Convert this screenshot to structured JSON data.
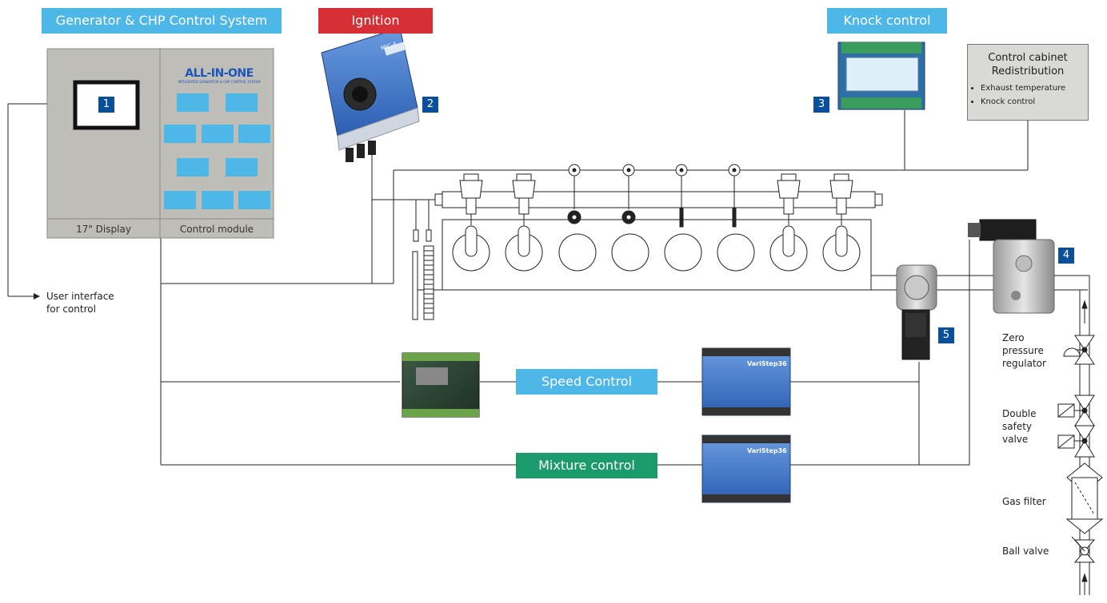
{
  "headers": {
    "control_system": "Generator & CHP Control System",
    "ignition": "Ignition",
    "knock_control": "Knock control"
  },
  "badges": [
    "1",
    "2",
    "3",
    "4",
    "5"
  ],
  "panel": {
    "logo": "ALL-IN-ONE",
    "logo_sub": "INTEGRATED GENERATOR & CHP CONTROL SYSTEM",
    "display_label": "17\" Display",
    "module_label": "Control module"
  },
  "user_interface": {
    "line1": "User interface",
    "line2": "for control"
  },
  "cabinet": {
    "title1": "Control cabinet",
    "title2": "Redistribution",
    "items": [
      "Exhaust temperature",
      "Knock control"
    ]
  },
  "control_pills": {
    "speed": "Speed Control",
    "mixture": "Mixture control"
  },
  "gas_train": {
    "zero_pressure": [
      "Zero",
      "pressure",
      "regulator"
    ],
    "double_safety": [
      "Double",
      "safety",
      "valve"
    ],
    "gas_filter": "Gas filter",
    "ball_valve": "Ball valve"
  },
  "devices": {
    "ignition_module": "MIC-4",
    "actuator": "VariStep36"
  },
  "colors": {
    "header_blue": "#4db8e8",
    "ignition_red": "#d62f35",
    "mixture_green": "#1b9a6c",
    "badge_navy": "#0a4f9c",
    "panel_gray": "#bfbdb8"
  }
}
